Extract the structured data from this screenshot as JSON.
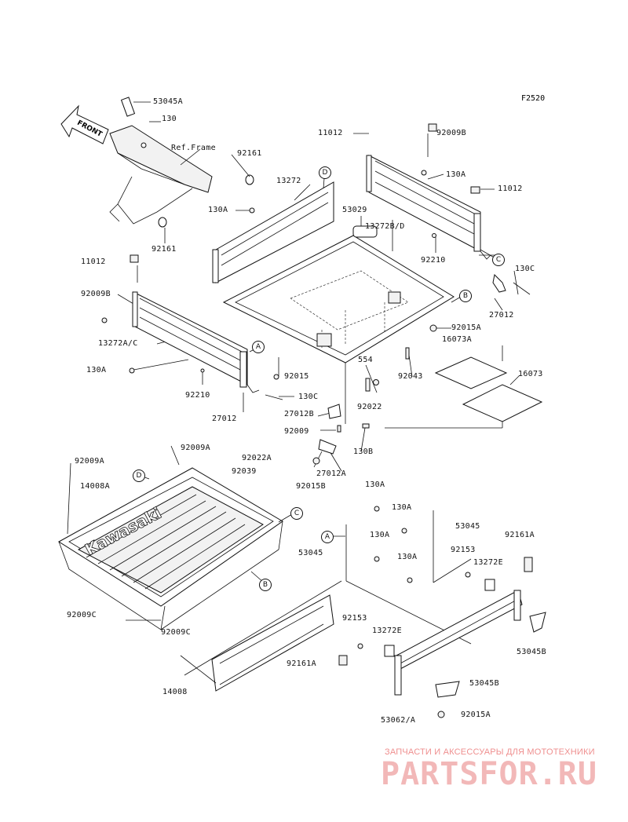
{
  "figure_code": "F2520",
  "labels": [
    {
      "id": "53045A_top",
      "text": "53045A"
    },
    {
      "id": "130_top",
      "text": "130"
    },
    {
      "id": "ref_frame",
      "text": "Ref.Frame"
    },
    {
      "id": "92161_a",
      "text": "92161"
    },
    {
      "id": "92161_b",
      "text": "92161"
    },
    {
      "id": "11012_a",
      "text": "11012"
    },
    {
      "id": "92009B_a",
      "text": "92009B"
    },
    {
      "id": "130A_a",
      "text": "130A"
    },
    {
      "id": "11012_b",
      "text": "11012"
    },
    {
      "id": "13272",
      "text": "13272"
    },
    {
      "id": "53029",
      "text": "53029"
    },
    {
      "id": "130A_b",
      "text": "130A"
    },
    {
      "id": "13272BD",
      "text": "13272B/D"
    },
    {
      "id": "92210_a",
      "text": "92210"
    },
    {
      "id": "11012_c",
      "text": "11012"
    },
    {
      "id": "130C_a",
      "text": "130C"
    },
    {
      "id": "92009B_b",
      "text": "92009B"
    },
    {
      "id": "27012_a",
      "text": "27012"
    },
    {
      "id": "92015A_a",
      "text": "92015A"
    },
    {
      "id": "13272AC",
      "text": "13272A/C"
    },
    {
      "id": "16073A",
      "text": "16073A"
    },
    {
      "id": "554",
      "text": "554"
    },
    {
      "id": "130A_c",
      "text": "130A"
    },
    {
      "id": "92015",
      "text": "92015"
    },
    {
      "id": "92043",
      "text": "92043"
    },
    {
      "id": "16073",
      "text": "16073"
    },
    {
      "id": "92210_b",
      "text": "92210"
    },
    {
      "id": "130C_b",
      "text": "130C"
    },
    {
      "id": "27012B",
      "text": "27012B"
    },
    {
      "id": "92022",
      "text": "92022"
    },
    {
      "id": "27012_b",
      "text": "27012"
    },
    {
      "id": "92009",
      "text": "92009"
    },
    {
      "id": "130B",
      "text": "130B"
    },
    {
      "id": "92009A_a",
      "text": "92009A"
    },
    {
      "id": "92009A_b",
      "text": "92009A"
    },
    {
      "id": "92022A",
      "text": "92022A"
    },
    {
      "id": "92039",
      "text": "92039"
    },
    {
      "id": "27012A",
      "text": "27012A"
    },
    {
      "id": "92015B",
      "text": "92015B"
    },
    {
      "id": "14008A",
      "text": "14008A"
    },
    {
      "id": "130A_d",
      "text": "130A"
    },
    {
      "id": "130A_e",
      "text": "130A"
    },
    {
      "id": "53045_a",
      "text": "53045"
    },
    {
      "id": "92161A_a",
      "text": "92161A"
    },
    {
      "id": "130A_f",
      "text": "130A"
    },
    {
      "id": "92153_a",
      "text": "92153"
    },
    {
      "id": "53045_b",
      "text": "53045"
    },
    {
      "id": "130A_g",
      "text": "130A"
    },
    {
      "id": "13272E_a",
      "text": "13272E"
    },
    {
      "id": "92009C_a",
      "text": "92009C"
    },
    {
      "id": "53045B_a",
      "text": "53045B"
    },
    {
      "id": "92009C_b",
      "text": "92009C"
    },
    {
      "id": "92153_b",
      "text": "92153"
    },
    {
      "id": "13272E_b",
      "text": "13272E"
    },
    {
      "id": "92161A_b",
      "text": "92161A"
    },
    {
      "id": "53045B_b",
      "text": "53045B"
    },
    {
      "id": "14008",
      "text": "14008"
    },
    {
      "id": "53062A",
      "text": "53062/A"
    },
    {
      "id": "92015A_b",
      "text": "92015A"
    }
  ],
  "callouts": [
    {
      "id": "D1",
      "text": "D"
    },
    {
      "id": "C1",
      "text": "C"
    },
    {
      "id": "B1",
      "text": "B"
    },
    {
      "id": "A1",
      "text": "A"
    },
    {
      "id": "D2",
      "text": "D"
    },
    {
      "id": "C2",
      "text": "C"
    },
    {
      "id": "B2",
      "text": "B"
    },
    {
      "id": "A2",
      "text": "A"
    }
  ],
  "front_arrow_text": "FRONT",
  "bed_logo_text": "Kawasaki",
  "watermark": {
    "caption": "ЗАПЧАСТИ И АКСЕССУАРЫ ДЛЯ МОТОТЕХНИКИ",
    "logo": "PARTSFOR.RU"
  }
}
